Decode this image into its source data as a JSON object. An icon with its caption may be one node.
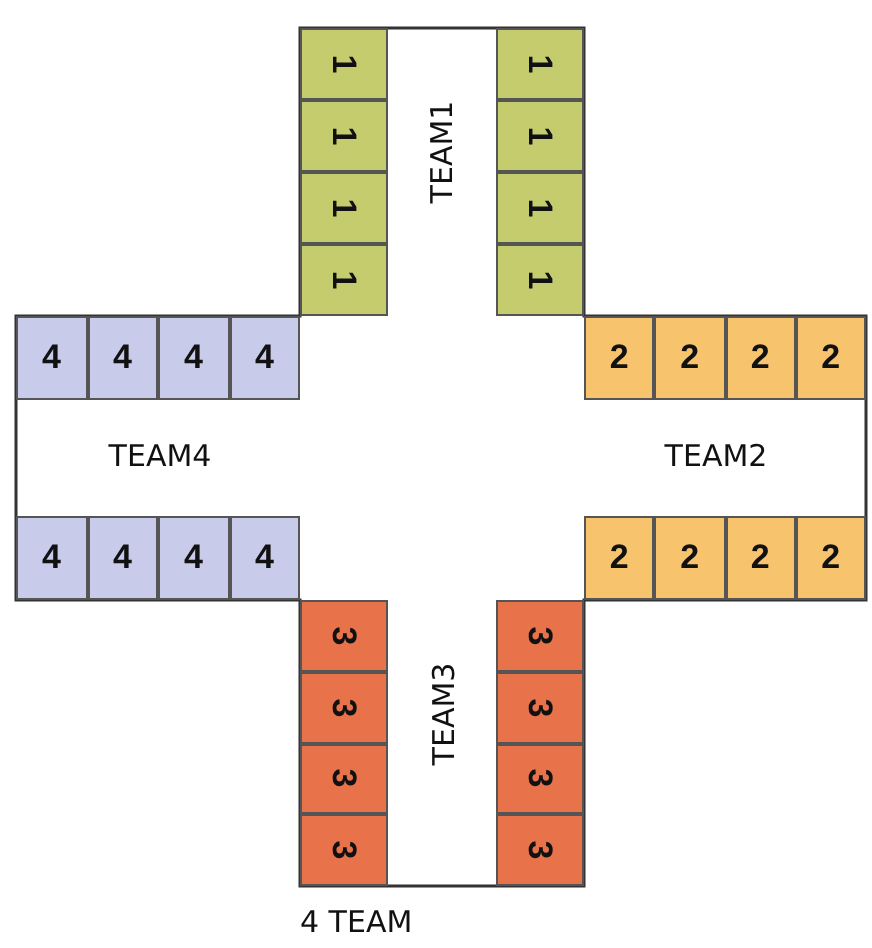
{
  "diagram": {
    "caption": "4 TEAM",
    "nodes": [
      {
        "text": [
          "TEAM1"
        ]
      },
      {
        "text": [
          "1"
        ],
        "in": 0
      },
      {
        "text": [
          "1"
        ],
        "in": 0
      },
      {
        "text": [
          "1"
        ],
        "in": 0
      },
      {
        "text": [
          "1"
        ],
        "in": 0
      },
      {
        "text": [
          "1"
        ],
        "in": 0
      },
      {
        "text": [
          "1"
        ],
        "in": 0
      },
      {
        "text": [
          "1"
        ],
        "in": 0
      },
      {
        "text": [
          "1"
        ],
        "in": 0
      },
      {
        "text": [
          "TEAM4"
        ]
      },
      {
        "text": [
          "4"
        ],
        "in": 9
      },
      {
        "text": [
          "4"
        ],
        "in": 9
      },
      {
        "text": [
          "4"
        ],
        "in": 9
      },
      {
        "text": [
          "4"
        ],
        "in": 9
      },
      {
        "text": [
          "4"
        ],
        "in": 9
      },
      {
        "text": [
          "4"
        ],
        "in": 9
      },
      {
        "text": [
          "4"
        ],
        "in": 9
      },
      {
        "text": [
          "4"
        ],
        "in": 9
      },
      {
        "text": [
          "TEAM2"
        ]
      },
      {
        "text": [
          "2"
        ],
        "in": 18
      },
      {
        "text": [
          "2"
        ],
        "in": 18
      },
      {
        "text": [
          "2"
        ],
        "in": 18
      },
      {
        "text": [
          "2"
        ],
        "in": 18
      },
      {
        "text": [
          "2"
        ],
        "in": 18
      },
      {
        "text": [
          "2"
        ],
        "in": 18
      },
      {
        "text": [
          "2"
        ],
        "in": 18
      },
      {
        "text": [
          "2"
        ],
        "in": 18
      },
      {
        "text": [
          "TEAM3"
        ]
      },
      {
        "text": [
          "3"
        ],
        "in": 27
      },
      {
        "text": [
          "3"
        ],
        "in": 27
      },
      {
        "text": [
          "3"
        ],
        "in": 27
      },
      {
        "text": [
          "3"
        ],
        "in": 27
      },
      {
        "text": [
          "3"
        ],
        "in": 27
      },
      {
        "text": [
          "3"
        ],
        "in": 27
      },
      {
        "text": [
          "3"
        ],
        "in": 27
      },
      {
        "text": [
          "3"
        ],
        "in": 27
      }
    ]
  }
}
